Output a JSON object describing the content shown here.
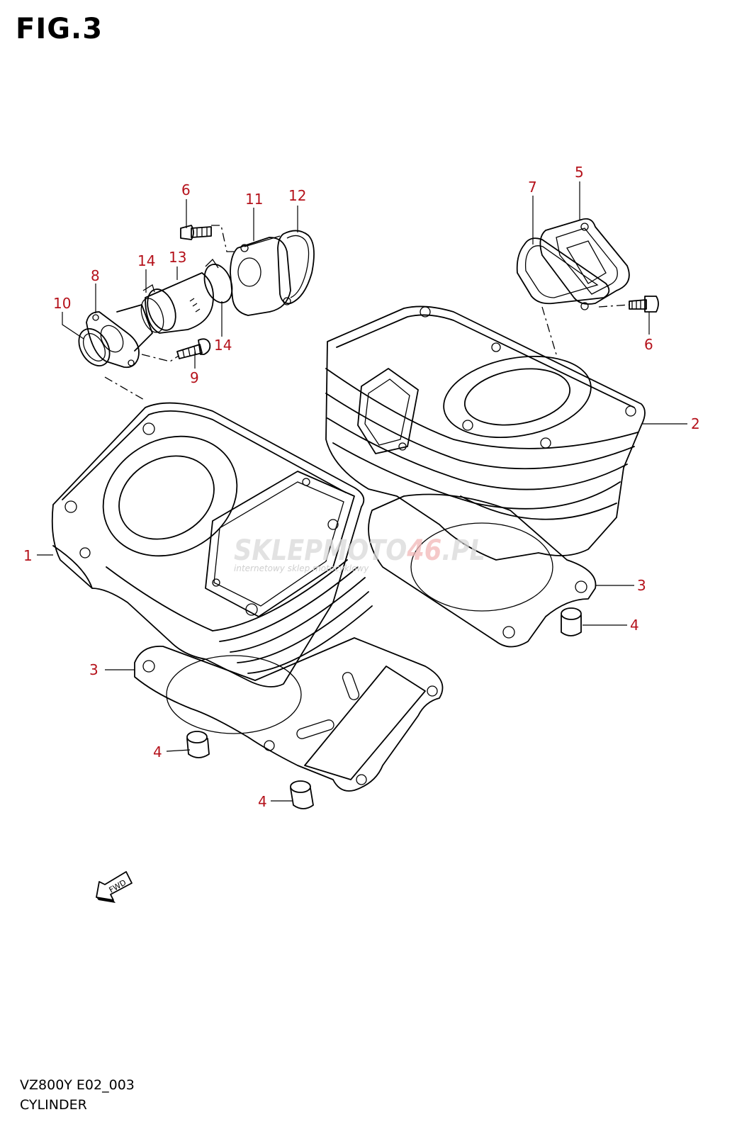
{
  "figure_title": "FIG.3",
  "callouts": [
    "1",
    "2",
    "3",
    "3",
    "4",
    "4",
    "4",
    "5",
    "6",
    "6",
    "7",
    "8",
    "9",
    "10",
    "11",
    "12",
    "13",
    "14",
    "14"
  ],
  "watermark": {
    "brand_prefix": "SKLEP",
    "brand_main": "MOTO",
    "brand_number": "46",
    "brand_suffix": ".PL",
    "tagline": "internetowy sklep motocyklowy"
  },
  "fwd_label": "FWD",
  "footer": {
    "model_code": "VZ800Y E02_003",
    "section_name": "CYLINDER"
  },
  "colors": {
    "callout": "#b5121b",
    "line": "#000000",
    "watermark": "#d9d9d9"
  }
}
